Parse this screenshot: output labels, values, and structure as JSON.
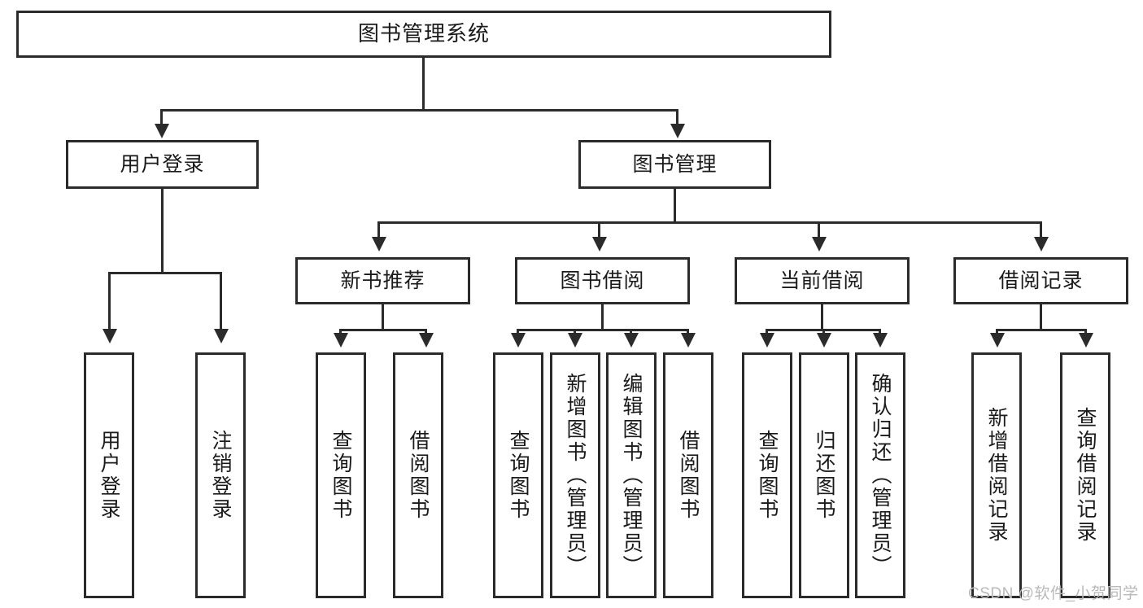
{
  "diagram": {
    "title": "图书管理系统",
    "type": "hierarchy-tree",
    "root": {
      "label": "图书管理系统",
      "children": [
        {
          "label": "用户登录",
          "children": [
            {
              "label": "用户登录"
            },
            {
              "label": "注销登录"
            }
          ]
        },
        {
          "label": "图书管理",
          "children": [
            {
              "label": "新书推荐",
              "children": [
                {
                  "label": "查询图书"
                },
                {
                  "label": "借阅图书"
                }
              ]
            },
            {
              "label": "图书借阅",
              "children": [
                {
                  "label": "查询图书"
                },
                {
                  "label": "新增图书（管理员）"
                },
                {
                  "label": "编辑图书（管理员）"
                },
                {
                  "label": "借阅图书"
                }
              ]
            },
            {
              "label": "当前借阅",
              "children": [
                {
                  "label": "查询图书"
                },
                {
                  "label": "归还图书"
                },
                {
                  "label": "确认归还（管理员）"
                }
              ]
            },
            {
              "label": "借阅记录",
              "children": [
                {
                  "label": "新增借阅记录"
                },
                {
                  "label": "查询借阅记录"
                }
              ]
            }
          ]
        }
      ]
    }
  },
  "nodes": {
    "root": "图书管理系统",
    "user_login": "用户登录",
    "book_manage": "图书管理",
    "new_book_rec": "新书推荐",
    "book_borrow": "图书借阅",
    "current_borrow": "当前借阅",
    "borrow_record": "借阅记录",
    "leaf_user_login": "用户登录",
    "leaf_logout": "注销登录",
    "leaf_query_book_1": "查询图书",
    "leaf_borrow_book_1": "借阅图书",
    "leaf_query_book_2": "查询图书",
    "leaf_add_book": "新增图书（管理员）",
    "leaf_edit_book": "编辑图书（管理员）",
    "leaf_borrow_book_2": "借阅图书",
    "leaf_query_book_3": "查询图书",
    "leaf_return_book": "归还图书",
    "leaf_confirm_return": "确认归还（管理员）",
    "leaf_add_record": "新增借阅记录",
    "leaf_query_record": "查询借阅记录"
  },
  "watermark": {
    "text": "CSDN @软件_小贺同学"
  },
  "colors": {
    "border": "#2b2b2b",
    "background": "#ffffff",
    "text": "#1a1a1a",
    "watermark": "#b9b9b9"
  }
}
